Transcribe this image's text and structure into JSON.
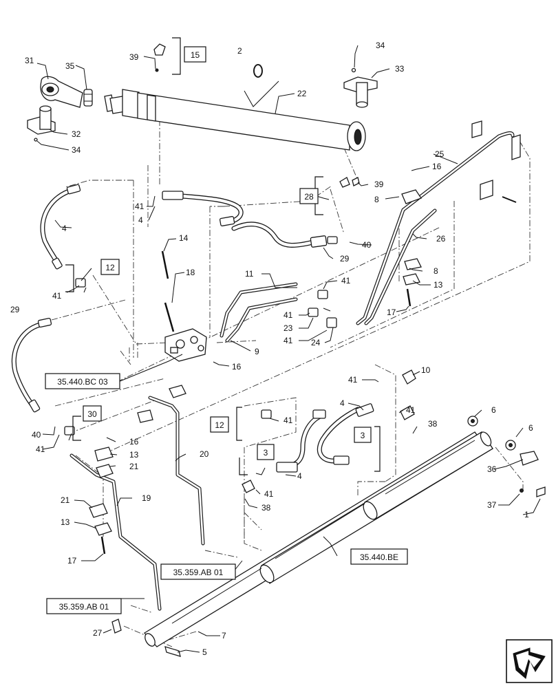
{
  "callouts": {
    "c31": "31",
    "c35": "35",
    "c39a": "39",
    "c15": "15",
    "c2": "2",
    "c34a": "34",
    "c33": "33",
    "c22": "22",
    "c32": "32",
    "c34b": "34",
    "c16a": "16",
    "c25": "25",
    "c39b": "39",
    "c28": "28",
    "c8a": "8",
    "c4a": "4",
    "c41a": "41",
    "c4b": "4",
    "c14": "14",
    "c40a": "40",
    "c29a": "29",
    "c26": "26",
    "c12a": "12",
    "c18": "18",
    "c11": "11",
    "c41b": "41",
    "c8b": "8",
    "c13a": "13",
    "c41c": "41",
    "c29b": "29",
    "c41d": "41",
    "c23": "23",
    "c17a": "17",
    "c41e": "41",
    "c24": "24",
    "c9": "9",
    "c16b": "16",
    "c10": "10",
    "c41f": "41",
    "c4c": "4",
    "c30": "30",
    "c12b": "12",
    "c41g": "41",
    "c3a": "3",
    "c41h": "41",
    "c6a": "6",
    "c38a": "38",
    "c6b": "6",
    "c40b": "40",
    "c16c": "16",
    "c41i": "41",
    "c13b": "13",
    "c20": "20",
    "c21a": "21",
    "c3b": "3",
    "c36": "36",
    "c4d": "4",
    "c41j": "41",
    "c37": "37",
    "c1": "1",
    "c38b": "38",
    "c21b": "21",
    "c19": "19",
    "c13c": "13",
    "c17b": "17",
    "c27": "27",
    "c7": "7",
    "c5": "5"
  },
  "references": {
    "ref_bc03": "35.440.BC 03",
    "ref_ab01_upper": "35.359.AB 01",
    "ref_ab01_lower": "35.359.AB 01",
    "ref_be": "35.440.BE"
  },
  "icons": {
    "navigation": "next-page-arrow-icon"
  }
}
